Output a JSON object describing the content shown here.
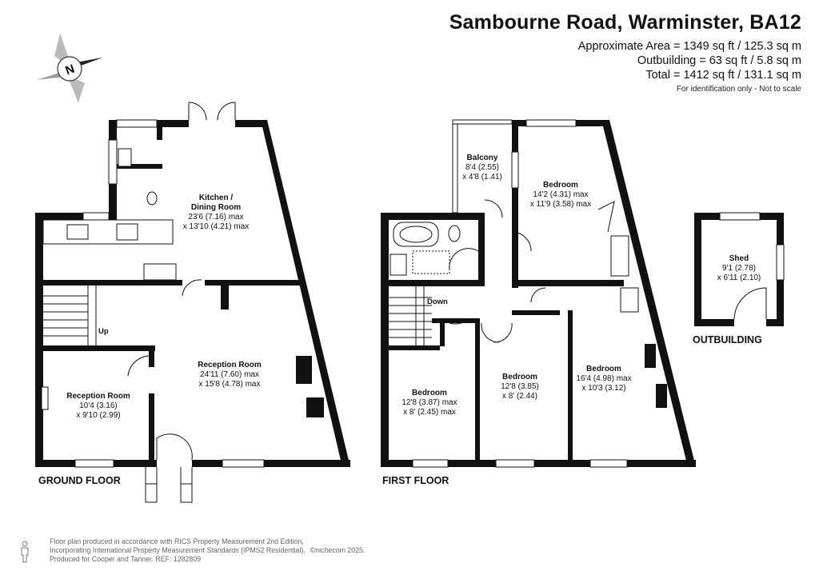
{
  "header": {
    "title": "Sambourne Road, Warminster, BA12",
    "area_lines": [
      "Approximate Area = 1349 sq ft / 125.3 sq m",
      "Outbuilding = 63 sq ft / 5.8 sq m",
      "Total = 1412 sq ft / 131.1 sq m"
    ],
    "note": "For identification only - Not to scale"
  },
  "compass": {
    "label": "N",
    "icon": "compass-rose-icon"
  },
  "floors": {
    "ground": {
      "label": "GROUND FLOOR",
      "rooms": {
        "kitchen": {
          "name_lines": [
            "Kitchen /",
            "Dining Room"
          ],
          "dims": [
            "23'6 (7.16) max",
            "x 13'10 (4.21) max"
          ]
        },
        "reception_large": {
          "name": "Reception Room",
          "dims": [
            "24'11 (7.60) max",
            "x 15'8 (4.78) max"
          ]
        },
        "reception_small": {
          "name": "Reception Room",
          "dims": [
            "10'4 (3.16)",
            "x 9'10 (2.99)"
          ]
        }
      },
      "stairs_label": "Up"
    },
    "first": {
      "label": "FIRST FLOOR",
      "rooms": {
        "balcony": {
          "name": "Balcony",
          "dims": [
            "8'4 (2.55)",
            "x 4'8 (1.41)"
          ]
        },
        "bedroom_top": {
          "name": "Bedroom",
          "dims": [
            "14'2 (4.31) max",
            "x 11'9 (3.58) max"
          ]
        },
        "bedroom_left": {
          "name": "Bedroom",
          "dims": [
            "12'8 (3.87) max",
            "x 8' (2.45) max"
          ]
        },
        "bedroom_mid": {
          "name": "Bedroom",
          "dims": [
            "12'8 (3.85)",
            "x 8' (2.44)"
          ]
        },
        "bedroom_right": {
          "name": "Bedroom",
          "dims": [
            "16'4 (4.98) max",
            "x 10'3 (3.12)"
          ]
        }
      },
      "stairs_label": "Down"
    },
    "outbuilding": {
      "label": "OUTBUILDING",
      "shed": {
        "name": "Shed",
        "dims": [
          "9'1 (2.78)",
          "x 6'11 (2.10)"
        ]
      }
    }
  },
  "footer": {
    "lines": [
      "Floor plan produced in accordance with RICS Property Measurement 2nd Edition,",
      "Incorporating International Property Measurement Standards (IPMS2 Residential).",
      "Produced for Cooper and Tanner.   REF:  1282809"
    ],
    "brand": "©nichecom 2025."
  }
}
